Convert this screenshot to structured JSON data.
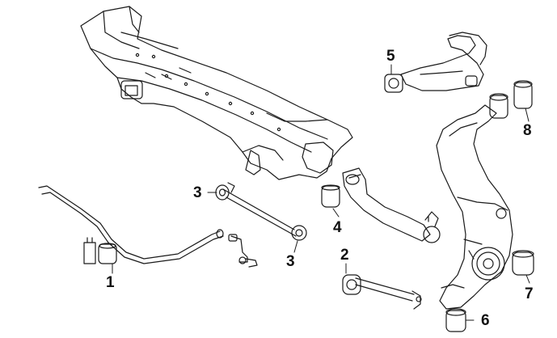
{
  "callouts": {
    "c1": "1",
    "c2": "2",
    "c3a": "3",
    "c3b": "3",
    "c4": "4",
    "c5": "5",
    "c6": "6",
    "c7": "7",
    "c8": "8"
  },
  "colors": {
    "line": "#1a1a1a",
    "background": "#ffffff"
  }
}
